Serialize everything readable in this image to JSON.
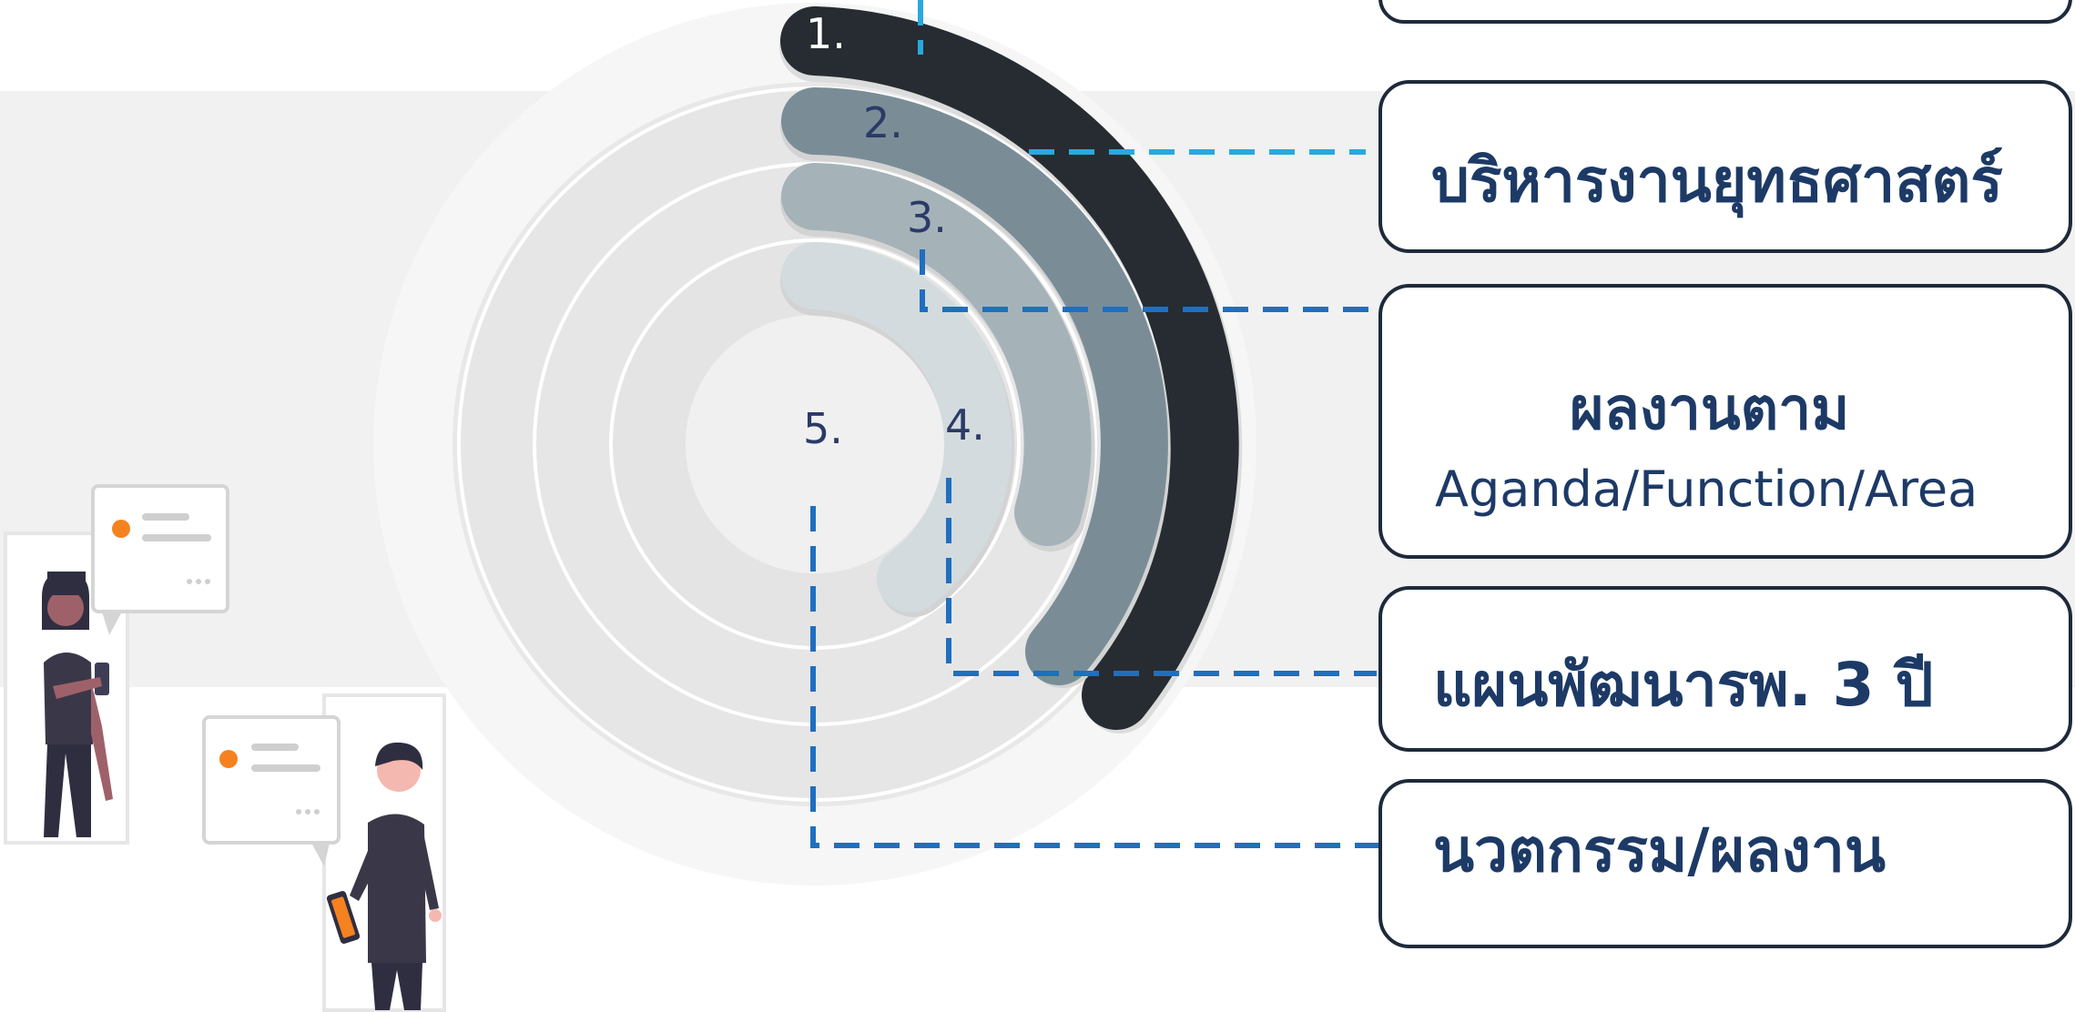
{
  "rings": [
    {
      "number": "1.",
      "color": "#262c31"
    },
    {
      "number": "2.",
      "color": "#7a8d97"
    },
    {
      "number": "3.",
      "color": "#a5b3b9"
    },
    {
      "number": "4.",
      "color": "#d3dbde"
    },
    {
      "number": "5.",
      "color": "#ececec"
    }
  ],
  "labels": [
    {
      "text": "บริหารงานยุทธศาสตร์",
      "sub": ""
    },
    {
      "text": "ผลงานตาม",
      "sub": "Aganda/Function/Area"
    },
    {
      "text": "แผนพัฒนารพ. 3 ปี",
      "sub": ""
    },
    {
      "text": "นวตกรรม/ผลงาน",
      "sub": ""
    }
  ],
  "colors": {
    "connector_light": "#29a8e0",
    "connector_dark": "#1f6fbf",
    "label_text": "#1d3a66",
    "box_border": "#1e2a3a",
    "accent_dot": "#f5821f",
    "person_dark": "#3a3848"
  },
  "icons": [
    "chat-bubble-icon",
    "smartphone-icon",
    "tablet-icon"
  ]
}
